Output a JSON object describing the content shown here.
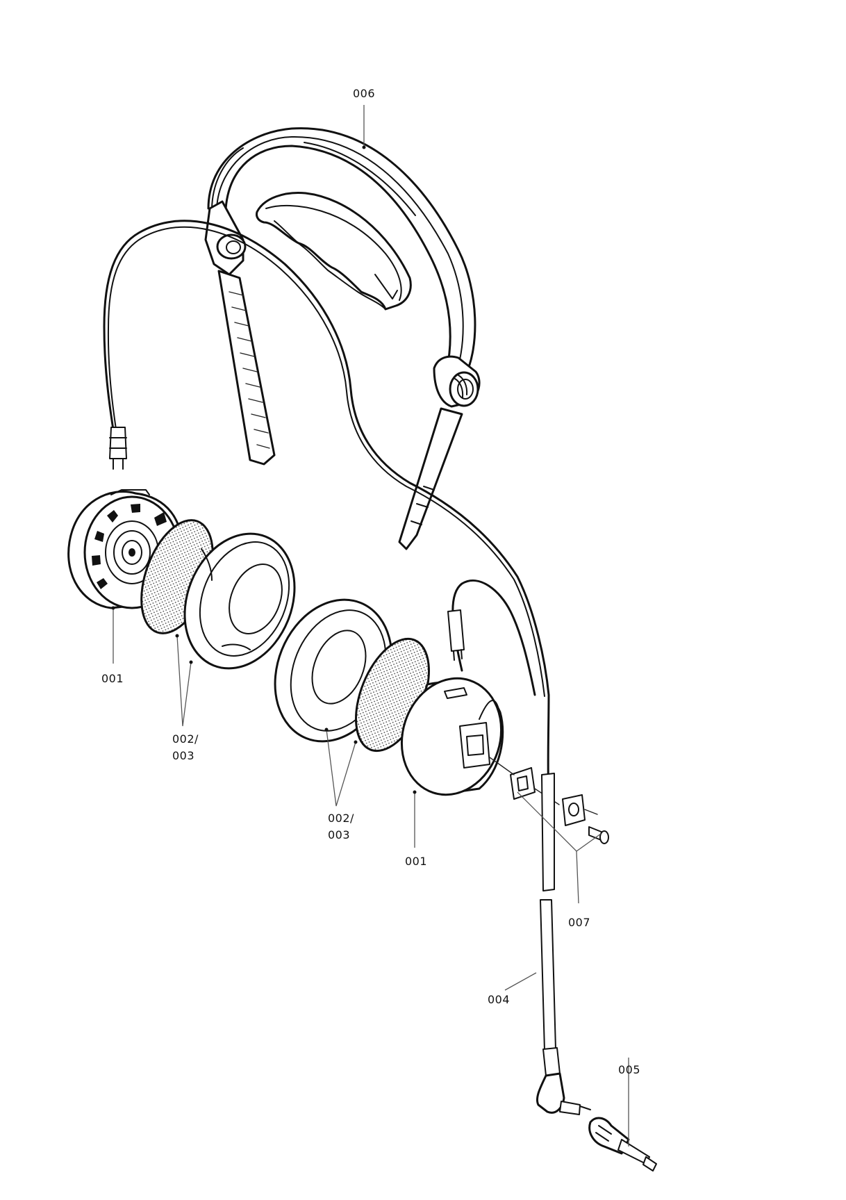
{
  "callouts": {
    "headband": "006",
    "housing_left": "001",
    "pad_left_1": "002/",
    "pad_left_2": "003",
    "pad_right_1": "002/",
    "pad_right_2": "003",
    "housing_right": "001",
    "mount_kit": "007",
    "cable": "004",
    "adapter": "005"
  }
}
